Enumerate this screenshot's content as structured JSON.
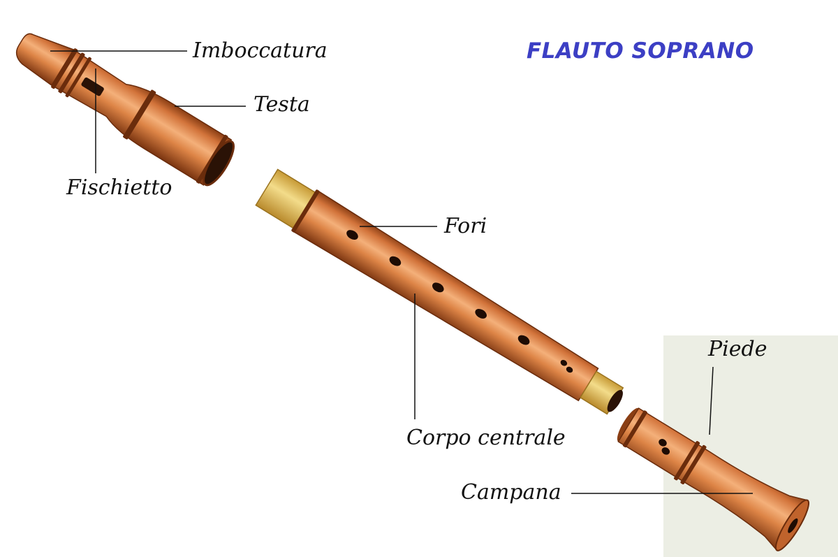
{
  "title": "FLAUTO SOPRANO",
  "labels": {
    "imboccatura": "Imboccatura",
    "testa": "Testa",
    "fischietto": "Fischietto",
    "fori": "Fori",
    "corpo_centrale": "Corpo centrale",
    "piede": "Piede",
    "campana": "Campana"
  },
  "colors": {
    "title": "#3c3fc4",
    "wood_light": "#f0a56a",
    "wood_mid": "#d2733a",
    "wood_dark": "#8a3e14",
    "tenon": "#e8c25e",
    "leader_line": "#111111",
    "foot_background": "#eceee4"
  }
}
